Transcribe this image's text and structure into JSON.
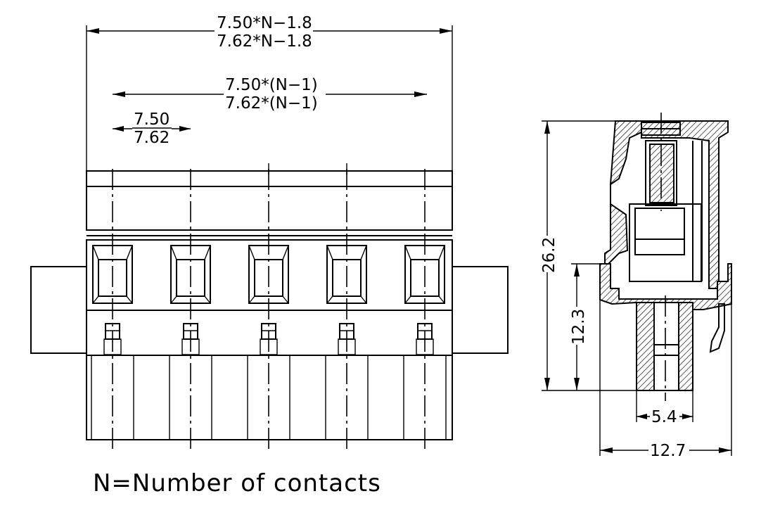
{
  "front_view": {
    "overall_width": {
      "line1": "7.50*N−1.8",
      "line2": "7.62*N−1.8"
    },
    "span_width": {
      "line1": "7.50*(N−1)",
      "line2": "7.62*(N−1)"
    },
    "pitch": {
      "line1": "7.50",
      "line2": "7.62"
    },
    "contact_count": 5
  },
  "side_view": {
    "total_height": "26.2",
    "lower_height": "12.3",
    "pin_width": "5.4",
    "base_width": "12.7"
  },
  "caption": "N=Number of contacts"
}
